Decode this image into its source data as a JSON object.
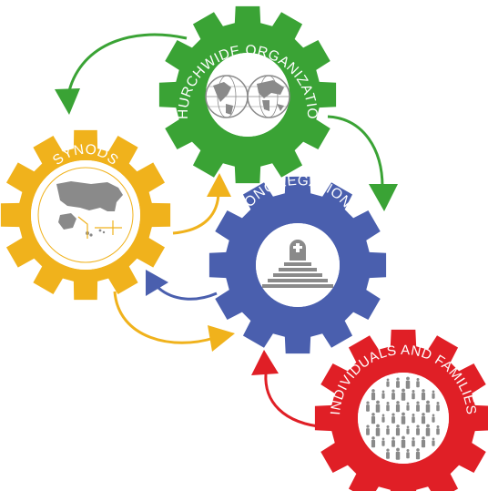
{
  "gears": [
    {
      "id": "churchwide",
      "label": "CHURCHWIDE ORGANIZATION",
      "color": "#3aa335",
      "icon": "globe-icon"
    },
    {
      "id": "synods",
      "label": "SYNODS",
      "color": "#f0b21c",
      "icon": "usa-map-icon"
    },
    {
      "id": "congregations",
      "label": "CONGREGATIONS",
      "color": "#4a5fae",
      "icon": "church-altar-icon"
    },
    {
      "id": "individuals",
      "label": "INDIVIDUALS AND FAMILIES",
      "color": "#e01f26",
      "icon": "people-crowd-icon"
    }
  ],
  "arrows": [
    {
      "from": "churchwide",
      "to": "synods",
      "color": "#3aa335"
    },
    {
      "from": "churchwide",
      "to": "congregations",
      "color": "#3aa335"
    },
    {
      "from": "synods",
      "to": "churchwide",
      "color": "#f0b21c"
    },
    {
      "from": "synods",
      "to": "congregations",
      "color": "#f0b21c"
    },
    {
      "from": "congregations",
      "to": "synods",
      "color": "#4a5fae"
    },
    {
      "from": "individuals",
      "to": "congregations",
      "color": "#e01f26"
    }
  ]
}
